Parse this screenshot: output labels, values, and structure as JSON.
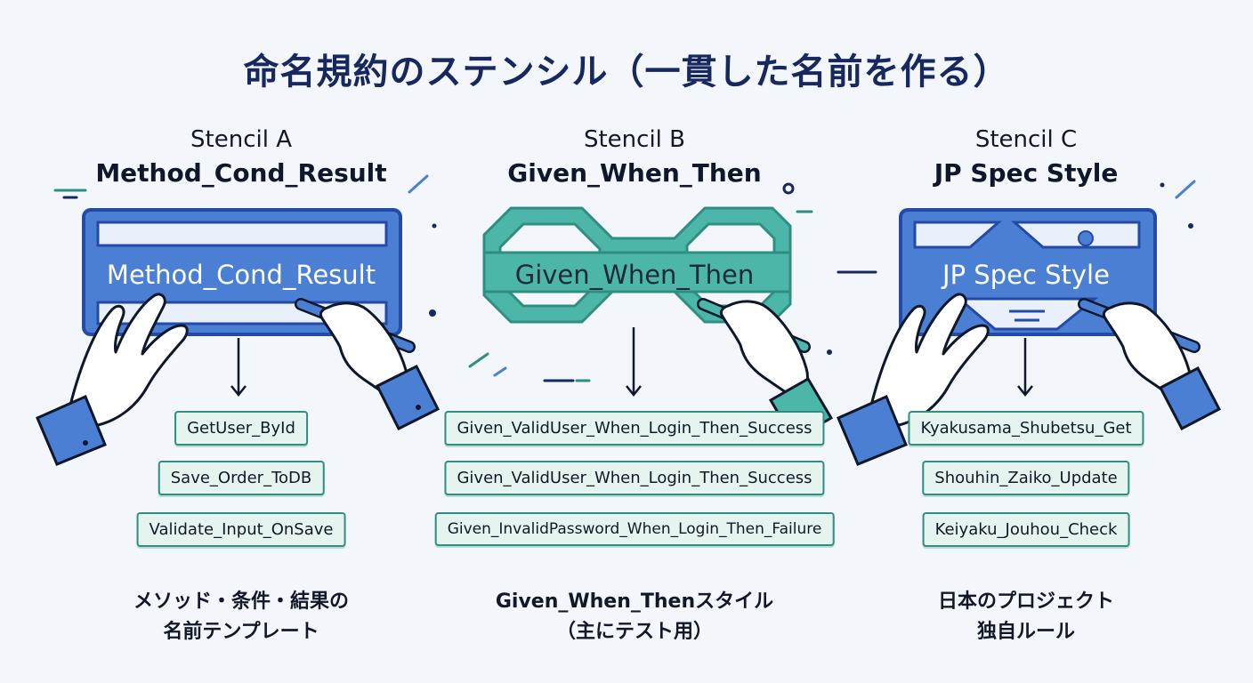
{
  "title": "命名規約のステンシル（一貫した名前を作る）",
  "colors": {
    "blue": "#4a7fd4",
    "blue_dark": "#244aa8",
    "teal": "#4cb6a8",
    "teal_dark": "#2f8d82",
    "navy": "#16285e"
  },
  "stencils": [
    {
      "name": "Stencil A",
      "style": "Method_Cond_Result",
      "label": "Method_Cond_Result",
      "examples": [
        "GetUser_ById",
        "Save_Order_ToDB",
        "Validate_Input_OnSave"
      ],
      "caption": [
        "メソッド・条件・結果の",
        "名前テンプレート"
      ]
    },
    {
      "name": "Stencil B",
      "style": "Given_When_Then",
      "label": "Given_When_Then",
      "examples": [
        "Given_ValidUser_When_Login_Then_Success",
        "Given_ValidUser_When_Login_Then_Success",
        "Given_InvalidPassword_When_Login_Then_Failure"
      ],
      "caption": [
        "Given_When_Thenスタイル",
        "（主にテスト用）"
      ]
    },
    {
      "name": "Stencil C",
      "style": "JP Spec Style",
      "label": "JP Spec Style",
      "examples": [
        "Kyakusama_Shubetsu_Get",
        "Shouhin_Zaiko_Update",
        "Keiyaku_Jouhou_Check"
      ],
      "caption": [
        "日本のプロジェクト",
        "独自ルール"
      ]
    }
  ]
}
